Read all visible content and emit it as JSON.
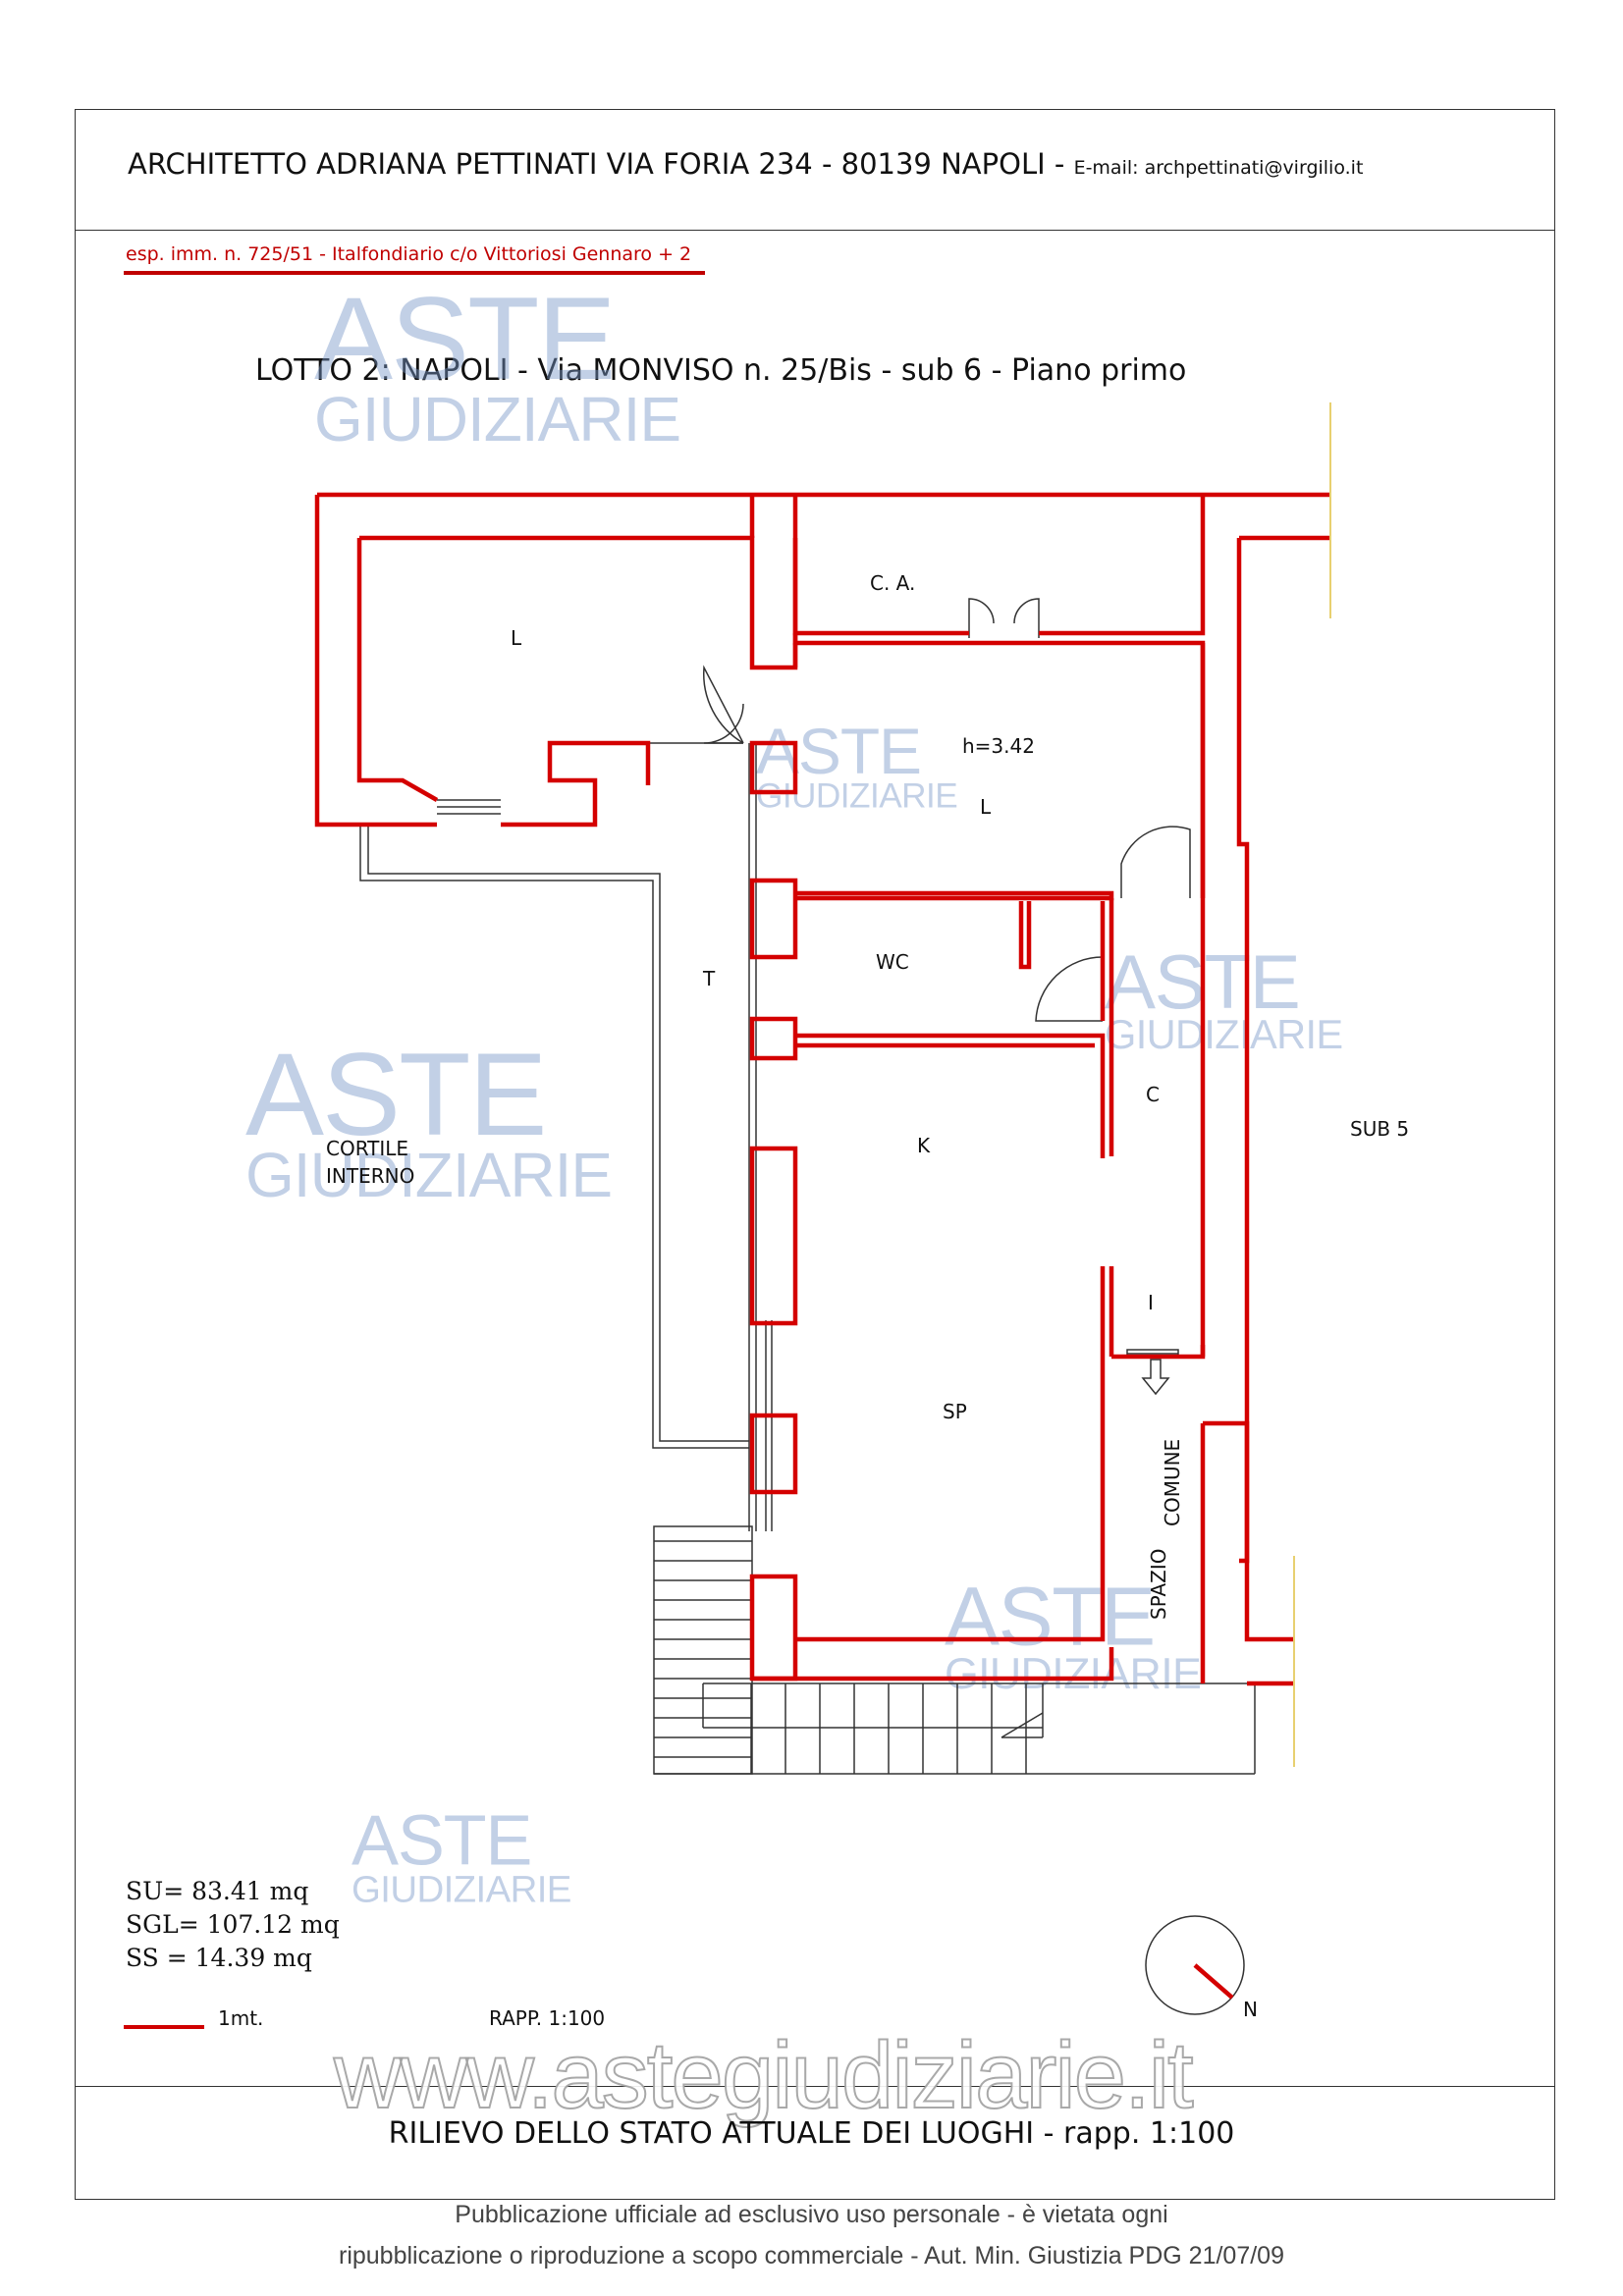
{
  "header": {
    "architect": "ARCHITETTO ADRIANA PETTINATI  VIA FORIA 234 - 80139 NAPOLI -",
    "email_label": "E-mail:  archpettinati@virgilio.it"
  },
  "reference": "esp. imm. n. 725/51 - Italfondiario c/o Vittoriosi Gennaro + 2",
  "lot_title": "LOTTO 2: NAPOLI - Via MONVISO  n. 25/Bis - sub 6 -  Piano primo",
  "rooms": {
    "loggia_1": "L",
    "ca": "C. A.",
    "height": "h=3.42",
    "loggia_2": "L",
    "wc": "WC",
    "terrace": "T",
    "corridor": "C",
    "kitchen": "K",
    "cortile_1": "CORTILE",
    "cortile_2": "INTERNO",
    "ingress": "I",
    "living": "SP",
    "spazio": "SPAZIO",
    "comune": "COMUNE",
    "sub5": "SUB 5"
  },
  "areas": {
    "su": "SU= 83.41 mq",
    "sgl": "SGL= 107.12  mq",
    "ss": "SS = 14.39  mq"
  },
  "legend": {
    "scale_line": "1mt.",
    "ratio": "RAPP. 1:100"
  },
  "compass": {
    "north": "N"
  },
  "footer": {
    "title": "RILIEVO DELLO  STATO ATTUALE DEI LUOGHI - rapp. 1:100",
    "publication_line1": "Pubblicazione ufficiale ad esclusivo uso personale - è vietata ogni",
    "publication_line2": "ripubblicazione o riproduzione a scopo commerciale - Aut. Min. Giustizia PDG 21/07/09"
  },
  "watermarks": {
    "aste": "ASTE",
    "giudiziarie": "GIUDIZIARIE",
    "site": "www.astegiudiziarie.it"
  },
  "colors": {
    "wall": "#d40000",
    "line": "#333333"
  }
}
